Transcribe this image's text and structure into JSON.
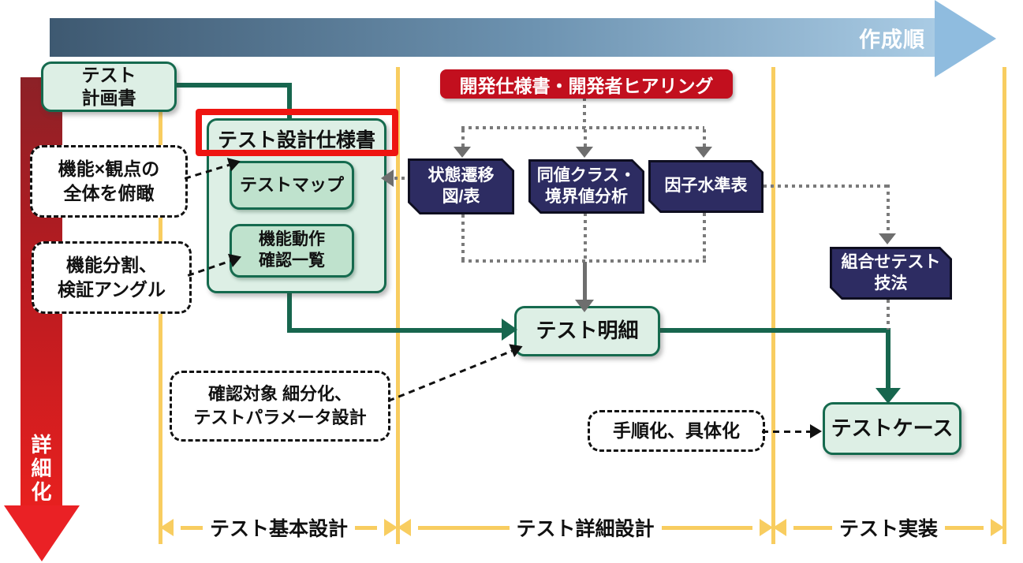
{
  "top_arrow": {
    "label": "作成順"
  },
  "left_arrow": {
    "label": "詳細化"
  },
  "nodes": {
    "test_plan": {
      "line1": "テスト",
      "line2": "計画書"
    },
    "design_spec": {
      "title": "テスト設計仕様書"
    },
    "test_map": {
      "label": "テストマップ"
    },
    "func_check": {
      "line1": "機能動作",
      "line2": "確認一覧"
    },
    "dev_source": {
      "label": "開発仕様書・開発者ヒアリング"
    },
    "state_transition": {
      "line1": "状態遷移",
      "line2": "図/表"
    },
    "equivalence": {
      "line1": "同値クラス・",
      "line2": "境界値分析"
    },
    "factor_table": {
      "label": "因子水準表"
    },
    "combinatorial": {
      "line1": "組合せテスト",
      "line2": "技法"
    },
    "test_detail": {
      "label": "テスト明細"
    },
    "test_case": {
      "label": "テストケース"
    }
  },
  "annotations": {
    "overview": {
      "line1": "機能×観点の",
      "line2": "全体を俯瞰"
    },
    "split": {
      "line1": "機能分割、",
      "line2": "検証アングル"
    },
    "refine": {
      "line1": "確認対象 細分化、",
      "line2": "テストパラメータ設計"
    },
    "procedure": {
      "label": "手順化、具体化"
    }
  },
  "phases": [
    {
      "label": "テスト基本設計"
    },
    {
      "label": "テスト詳細設計"
    },
    {
      "label": "テスト実装"
    }
  ],
  "colors": {
    "green_border": "#156a4e",
    "mint_fill": "#ddefe5",
    "mint_inner_fill": "#bfe2cd",
    "navy_fill": "#2d2c62",
    "red_source": "#c20f1e",
    "highlight_red": "#ee1511",
    "phase_yellow": "#f8cd60",
    "flow_blue_dark": "#3e5971",
    "flow_blue_light": "#a9cbe4",
    "detail_red": "#e7201f",
    "connector_gray": "#7a7a7a",
    "connector_green": "#17664e"
  }
}
